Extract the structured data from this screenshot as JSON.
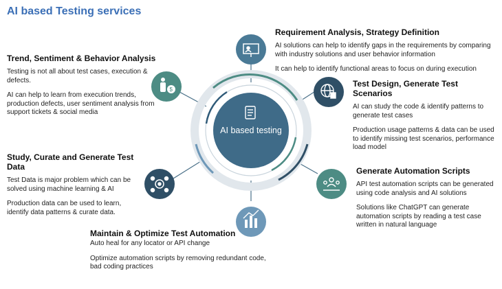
{
  "title": "AI based Testing services",
  "center": {
    "label": "AI based testing",
    "icon": "document-list-icon"
  },
  "nodes": [
    {
      "id": "requirement",
      "icon": "presentation-screen-icon",
      "color": "#4a7a96",
      "heading": "Requirement Analysis, Strategy Definition",
      "paragraphs": [
        "AI solutions can help to identify gaps in the requirements by comparing with industry solutions and user behavior information",
        "It can help to identify functional areas to focus on during execution"
      ]
    },
    {
      "id": "trend",
      "icon": "person-money-bag-icon",
      "color": "#4d8c84",
      "heading": "Trend, Sentiment & Behavior Analysis",
      "paragraphs": [
        "Testing is not all about test cases, execution & defects.",
        "AI can help to learn from execution trends, production defects, user sentiment analysis from support tickets & social media"
      ]
    },
    {
      "id": "design",
      "icon": "globe-building-icon",
      "color": "#2f4f66",
      "heading": "Test Design, Generate Test Scenarios",
      "paragraphs": [
        "AI can study the code & identify patterns to generate test cases",
        "Production usage patterns & data can be used to identify missing test scenarios, performance load model"
      ]
    },
    {
      "id": "data",
      "icon": "gears-people-icon",
      "color": "#2f4f66",
      "heading": "Study, Curate and Generate Test Data",
      "paragraphs": [
        "Test Data is major problem which can be solved using machine learning & AI",
        "Production data can be used to learn, identify data patterns & curate data."
      ]
    },
    {
      "id": "scripts",
      "icon": "team-icon",
      "color": "#4d8c84",
      "heading": "Generate Automation Scripts",
      "paragraphs": [
        "API test automation scripts can be generated using code analysis and AI solutions",
        "Solutions like ChatGPT can generate automation scripts by reading a test case written in natural language"
      ]
    },
    {
      "id": "maintain",
      "icon": "bar-chart-people-icon",
      "color": "#6e98b8",
      "heading": "Maintain & Optimize Test Automation",
      "paragraphs": [
        "Auto heal for any locator or API change",
        "Optimize automation scripts by removing redundant code, bad coding practices"
      ]
    }
  ]
}
